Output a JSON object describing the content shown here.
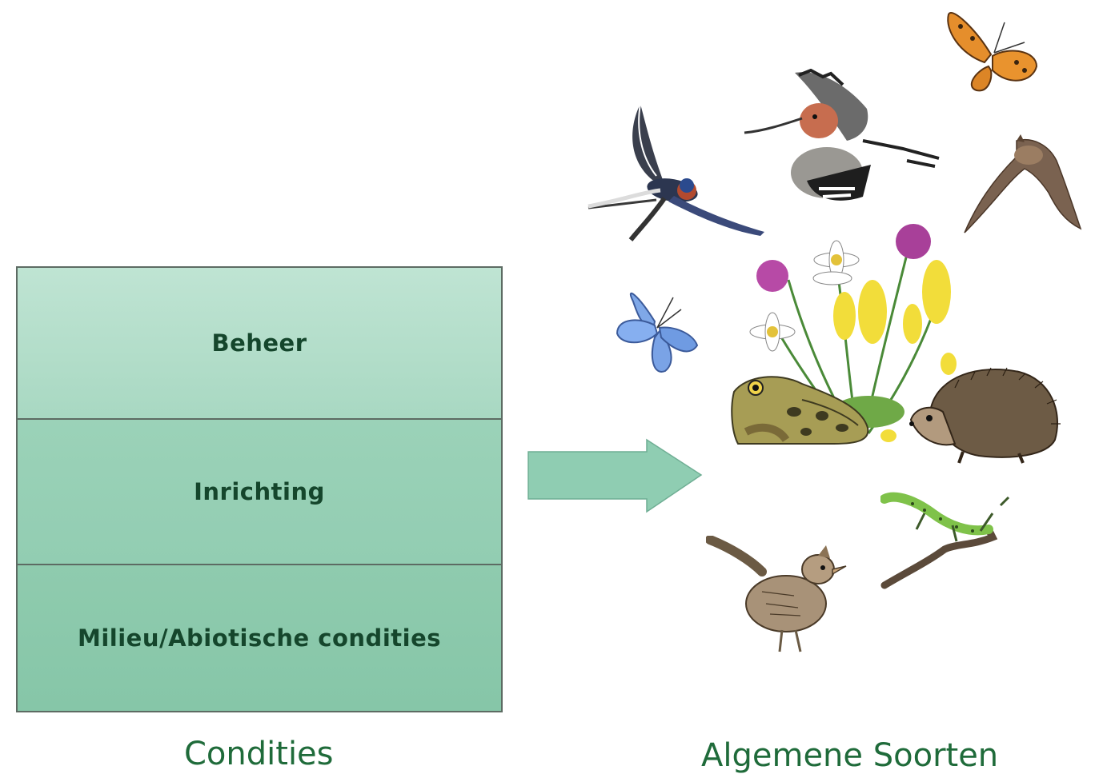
{
  "diagram": {
    "layers": [
      {
        "label": "Beheer"
      },
      {
        "label": "Inrichting"
      },
      {
        "label": "Milieu/Abiotische condities"
      }
    ],
    "captions": {
      "left": "Condities",
      "right": "Algemene Soorten"
    },
    "colors": {
      "layer_fill": "#9fd4bc",
      "arrow_fill": "#8fcdb2",
      "label_text": "#15462c",
      "caption_text": "#1f6b3a"
    },
    "species_illustrations": [
      "swallow-icon",
      "hoopoe-icon",
      "orange-butterfly-icon",
      "bat-icon",
      "blue-butterfly-icon",
      "wildflowers-icon",
      "frog-icon",
      "hedgehog-icon",
      "lizard-icon",
      "skylark-icon"
    ]
  }
}
